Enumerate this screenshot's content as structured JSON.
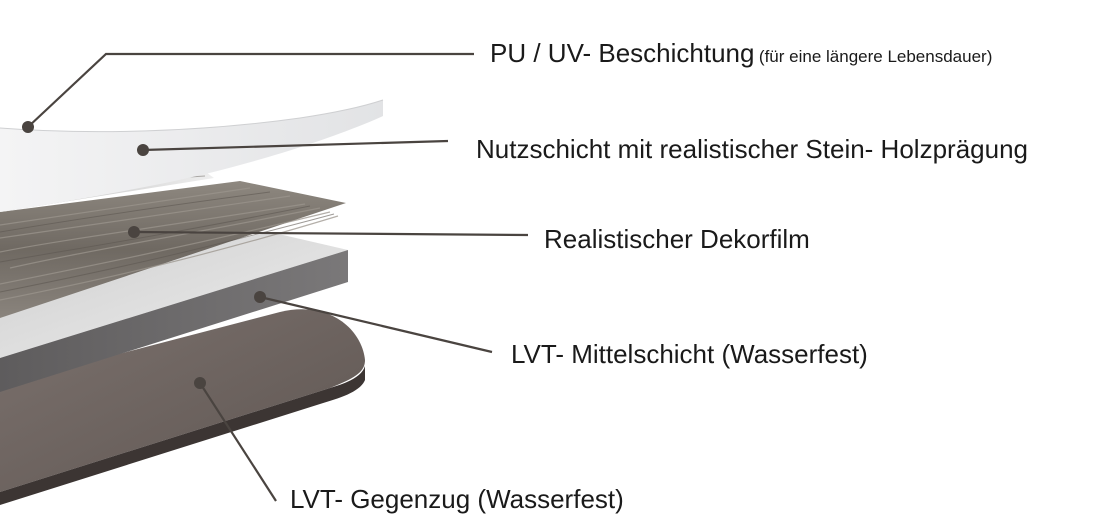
{
  "labels": {
    "pu": {
      "main": "PU / UV- Beschichtung",
      "note": "(für eine längere Lebensdauer)"
    },
    "nutz": "Nutzschicht mit realistischer Stein- Holzprägung",
    "dekor": "Realistischer Dekorfilm",
    "mittel": "LVT- Mittelschicht (Wasserfest)",
    "gegenzug": "LVT- Gegenzug (Wasserfest)"
  },
  "colors": {
    "leader": "#4a4440",
    "dot": "#4a4440",
    "coating": "#e9eaec",
    "wear": "#d9dadc",
    "decor": "#7a746e",
    "core_top": "#dcdcdc",
    "core_edge": "#6c6a6b",
    "backing": "#6f6561"
  }
}
